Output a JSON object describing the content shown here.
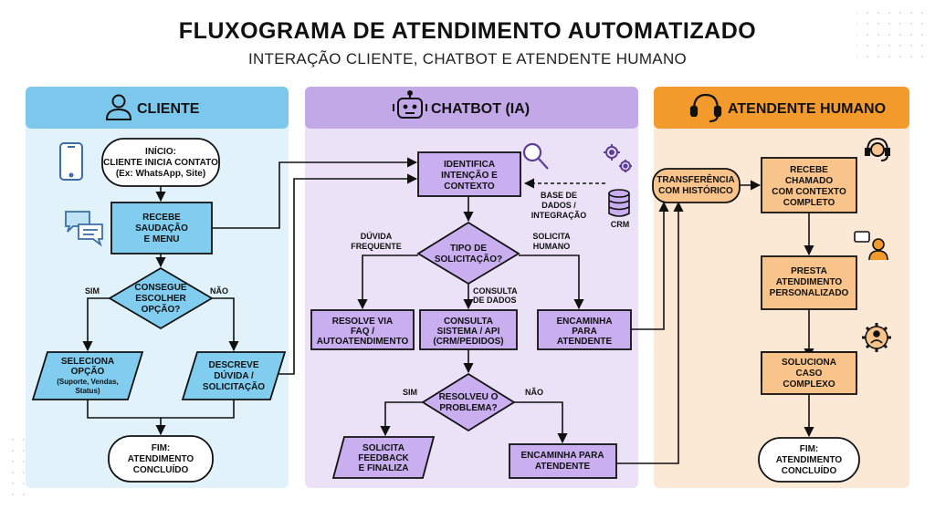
{
  "title": "FLUXOGRAMA DE ATENDIMENTO AUTOMATIZADO",
  "subtitle": "INTERAÇÃO CLIENTE, CHATBOT E ATENDENTE HUMANO",
  "lanes": {
    "cliente": "CLIENTE",
    "chatbot": "CHATBOT (IA)",
    "atendente": "ATENDENTE HUMANO"
  },
  "cliente": {
    "inicio": [
      "INÍCIO:",
      "CLIENTE INICIA CONTATO",
      "(Ex: WhatsApp, Site)"
    ],
    "saudacao": [
      "RECEBE",
      "SAUDAÇÃO",
      "E MENU"
    ],
    "decisao": [
      "CONSEGUE",
      "ESCOLHER",
      "OPÇÃO?"
    ],
    "sim": "SIM",
    "nao": "NÃO",
    "seleciona": [
      "SELECIONA",
      "OPÇÃO",
      "(Suporte, Vendas,",
      "Status)"
    ],
    "descreve": [
      "DESCREVE",
      "DÚVIDA /",
      "SOLICITAÇÃO"
    ],
    "fim": [
      "FIM:",
      "ATENDIMENTO",
      "CONCLUÍDO"
    ]
  },
  "chatbot": {
    "identifica": [
      "IDENTIFICA",
      "INTENÇÃO E",
      "CONTEXTO"
    ],
    "tipo": [
      "TIPO DE",
      "SOLICITAÇÃO?"
    ],
    "duvida_freq": [
      "DÚVIDA",
      "FREQUENTE"
    ],
    "solicita_humano": [
      "SOLICITA",
      "HUMANO"
    ],
    "consulta_dados": [
      "CONSULTA",
      "DE DADOS"
    ],
    "resolve_faq": [
      "RESOLVE VIA",
      "FAQ /",
      "AUTOATENDIMENTO"
    ],
    "consulta_sistema": [
      "CONSULTA",
      "SISTEMA / API",
      "(CRM/PEDIDOS)"
    ],
    "encaminha": [
      "ENCAMINHA",
      "PARA",
      "ATENDENTE"
    ],
    "resolveu": [
      "RESOLVEU O",
      "PROBLEMA?"
    ],
    "sim": "SIM",
    "nao": "NÃO",
    "feedback": [
      "SOLICITA",
      "FEEDBACK",
      "E FINALIZA"
    ],
    "encaminha2": [
      "ENCAMINHA PARA",
      "ATENDENTE"
    ],
    "base_dados": [
      "BASE DE",
      "DADOS /",
      "INTEGRAÇÃO"
    ],
    "crm": "CRM"
  },
  "atendente": {
    "transferencia": [
      "TRANSFERÊNCIA",
      "COM HISTÓRICO"
    ],
    "recebe": [
      "RECEBE",
      "CHAMADO",
      "COM CONTEXTO",
      "COMPLETO"
    ],
    "presta": [
      "PRESTA",
      "ATENDIMENTO",
      "PERSONALIZADO"
    ],
    "soluciona": [
      "SOLUCIONA",
      "CASO",
      "COMPLEXO"
    ],
    "fim": [
      "FIM:",
      "ATENDIMENTO",
      "CONCLUÍDO"
    ]
  },
  "colors": {
    "cliente_bg": "#e1f2fb",
    "cliente_head": "#7cc8ec",
    "cliente_node": "#80cdf0",
    "chatbot_bg": "#ece2f7",
    "chatbot_head": "#c3a8e8",
    "chatbot_node": "#c9aef0",
    "atendente_bg": "#fbe9d6",
    "atendente_head": "#f39a2c",
    "atendente_node": "#f9c48c",
    "terminal": "#ffffff",
    "stroke": "#111111"
  },
  "icons": [
    "user-icon",
    "robot-icon",
    "headset-icon",
    "smartphone-icon",
    "chat-bubbles-icon",
    "magnifier-icon",
    "gears-icon",
    "database-icon",
    "headset-agent-icon",
    "agent-chat-icon",
    "gear-person-icon"
  ]
}
